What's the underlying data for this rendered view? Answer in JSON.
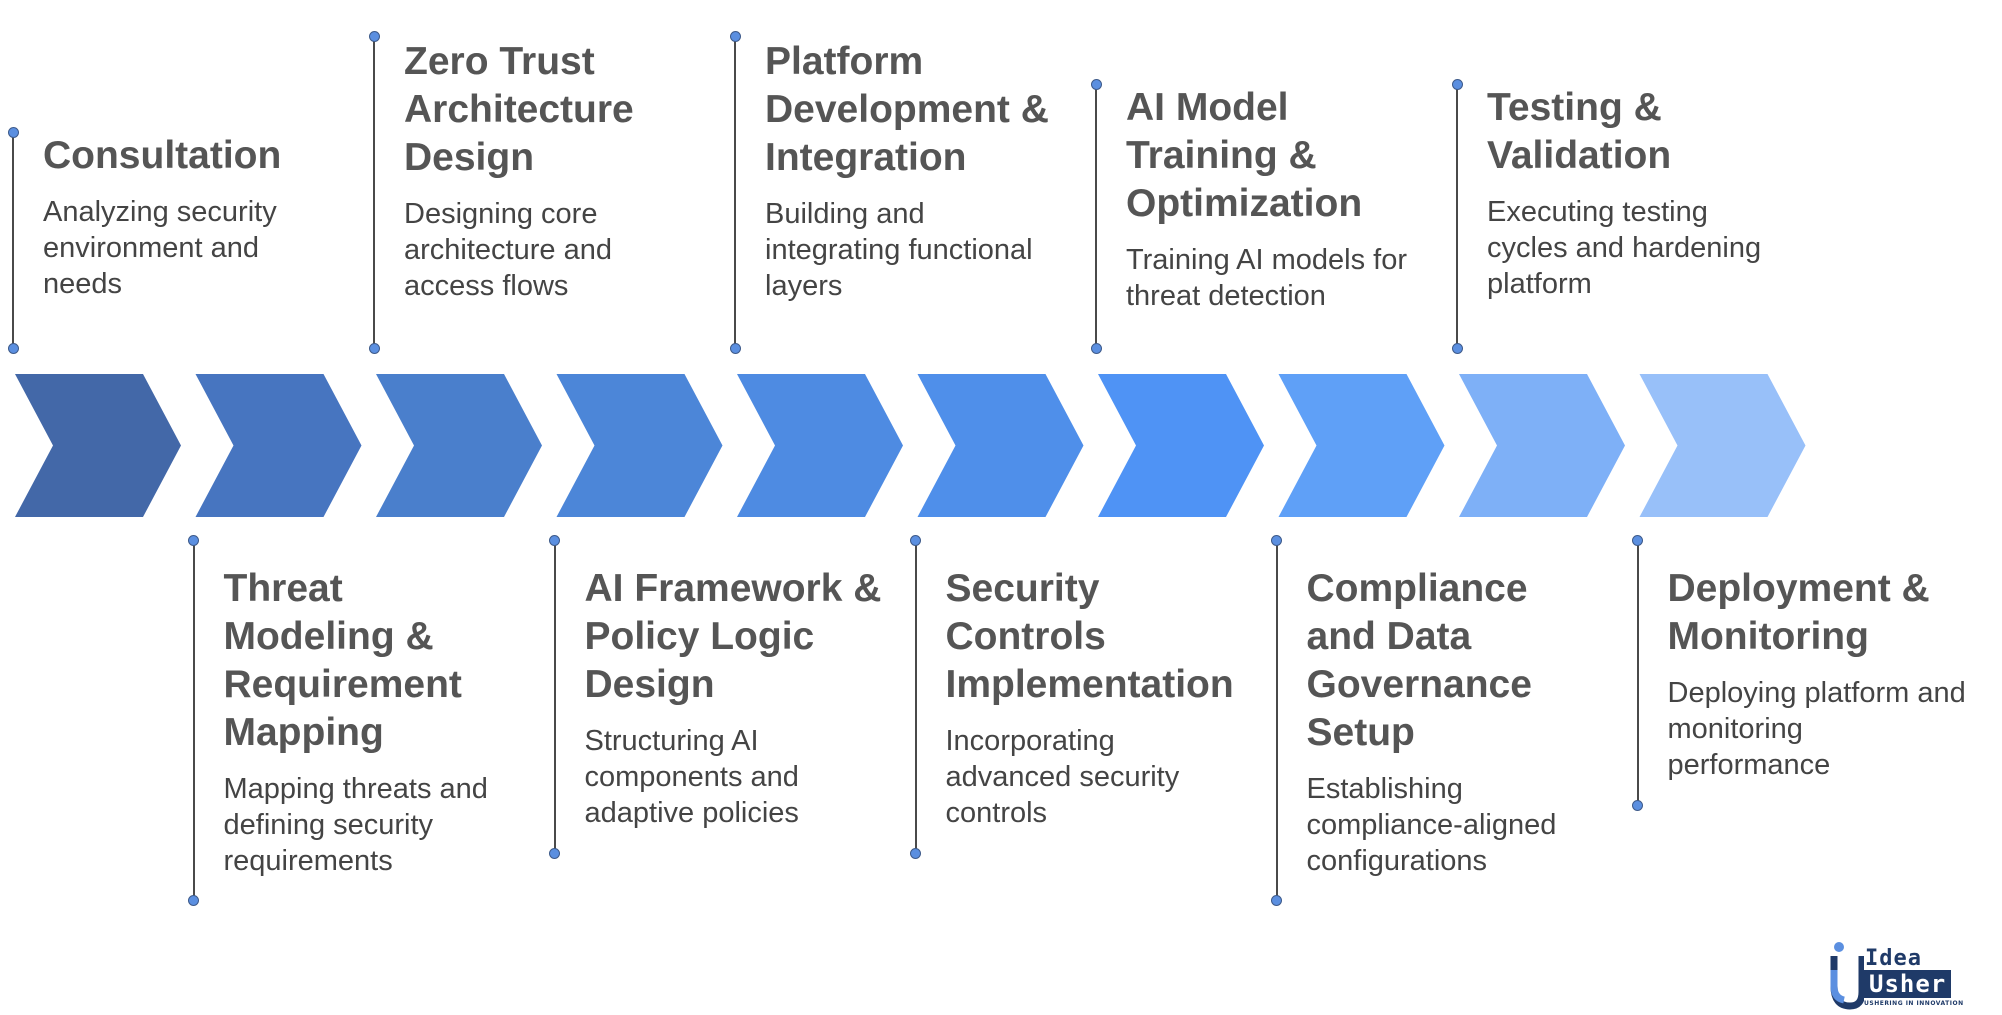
{
  "steps": [
    {
      "title": "Consultation",
      "desc": "Analyzing security environment and needs",
      "position": "top"
    },
    {
      "title": "Threat Modeling & Requirement Mapping",
      "desc": "Mapping threats and defining security requirements",
      "position": "bottom"
    },
    {
      "title": "Zero Trust Architecture Design",
      "desc": "Designing core architecture and access flows",
      "position": "top"
    },
    {
      "title": "AI Framework & Policy Logic Design",
      "desc": "Structuring AI components and adaptive policies",
      "position": "bottom"
    },
    {
      "title": "Platform Development & Integration",
      "desc": "Building and integrating functional layers",
      "position": "top"
    },
    {
      "title": "Security Controls Implementation",
      "desc": "Incorporating advanced security controls",
      "position": "bottom"
    },
    {
      "title": "AI Model Training & Optimization",
      "desc": "Training AI models for threat detection",
      "position": "top"
    },
    {
      "title": "Compliance and Data Governance Setup",
      "desc": "Establishing compliance-aligned configurations",
      "position": "bottom"
    },
    {
      "title": "Testing & Validation",
      "desc": "Executing testing cycles and hardening platform",
      "position": "top"
    },
    {
      "title": "Deployment & Monitoring",
      "desc": "Deploying platform and monitoring performance",
      "position": "bottom"
    }
  ],
  "colors": {
    "chevrons": [
      "#4368a8",
      "#4775c0",
      "#4a7fcc",
      "#4c86d8",
      "#4e8be2",
      "#4f8fea",
      "#4f93f5",
      "#5fa0f7",
      "#7eb0f7",
      "#98c0f9"
    ],
    "line": "#4a4a4a",
    "dot": "#5b8fe0"
  },
  "logo": {
    "line1": "Idea",
    "line2": "Usher",
    "tagline": "USHERING IN INNOVATION"
  }
}
